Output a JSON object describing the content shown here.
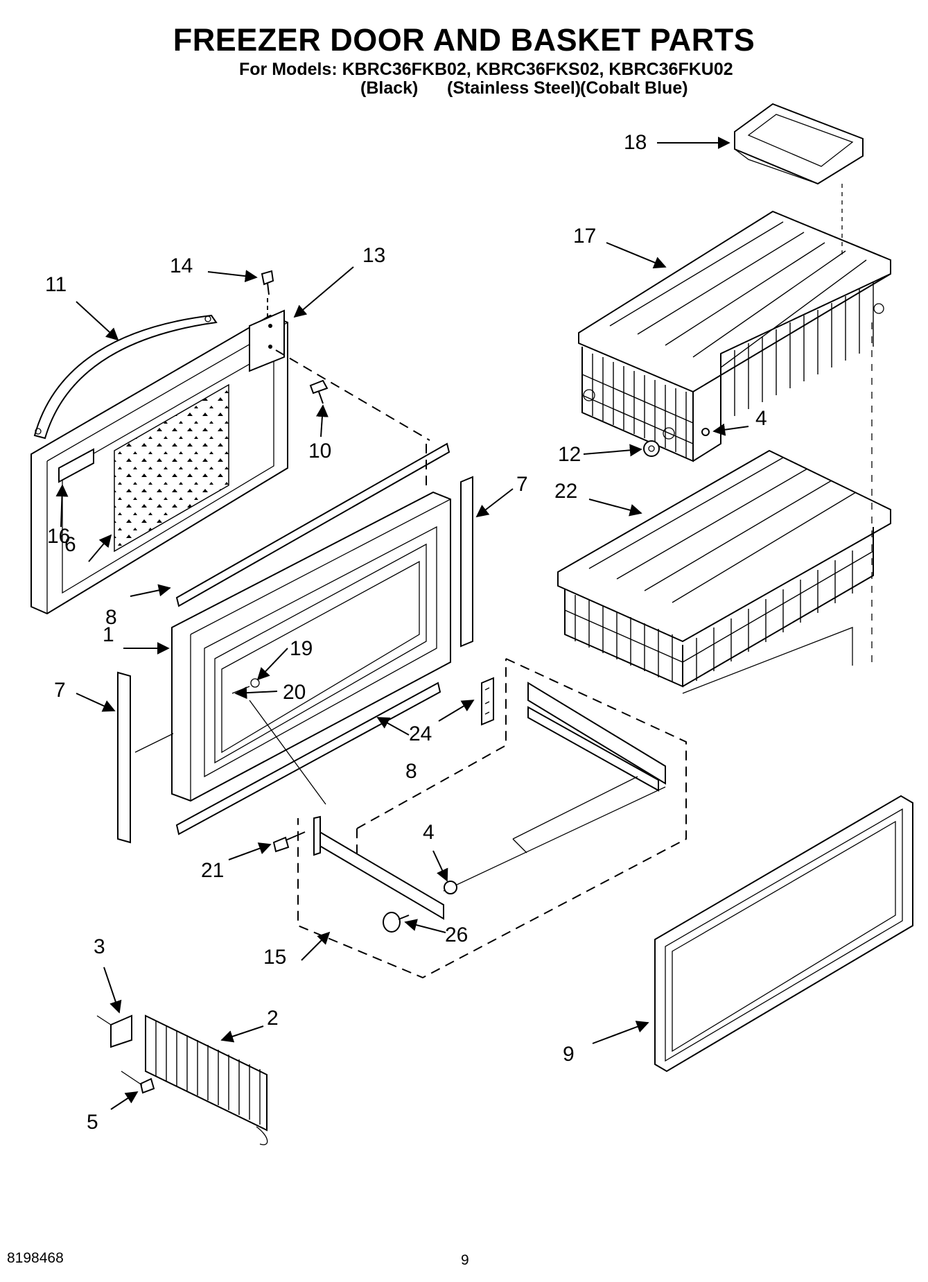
{
  "header": {
    "title": "FREEZER DOOR AND BASKET PARTS",
    "models_line": "For Models: KBRC36FKB02, KBRC36FKS02, KBRC36FKU02",
    "color_black": "(Black)",
    "color_stainless": "(Stainless Steel)",
    "color_cobalt": "(Cobalt Blue)"
  },
  "callouts": [
    "1",
    "2",
    "3",
    "4",
    "4",
    "5",
    "6",
    "7",
    "7",
    "8",
    "8",
    "9",
    "10",
    "11",
    "12",
    "13",
    "14",
    "15",
    "16",
    "17",
    "18",
    "19",
    "20",
    "21",
    "22",
    "24",
    "26"
  ],
  "footer": {
    "doc_number": "8198468",
    "page_number": "9"
  }
}
